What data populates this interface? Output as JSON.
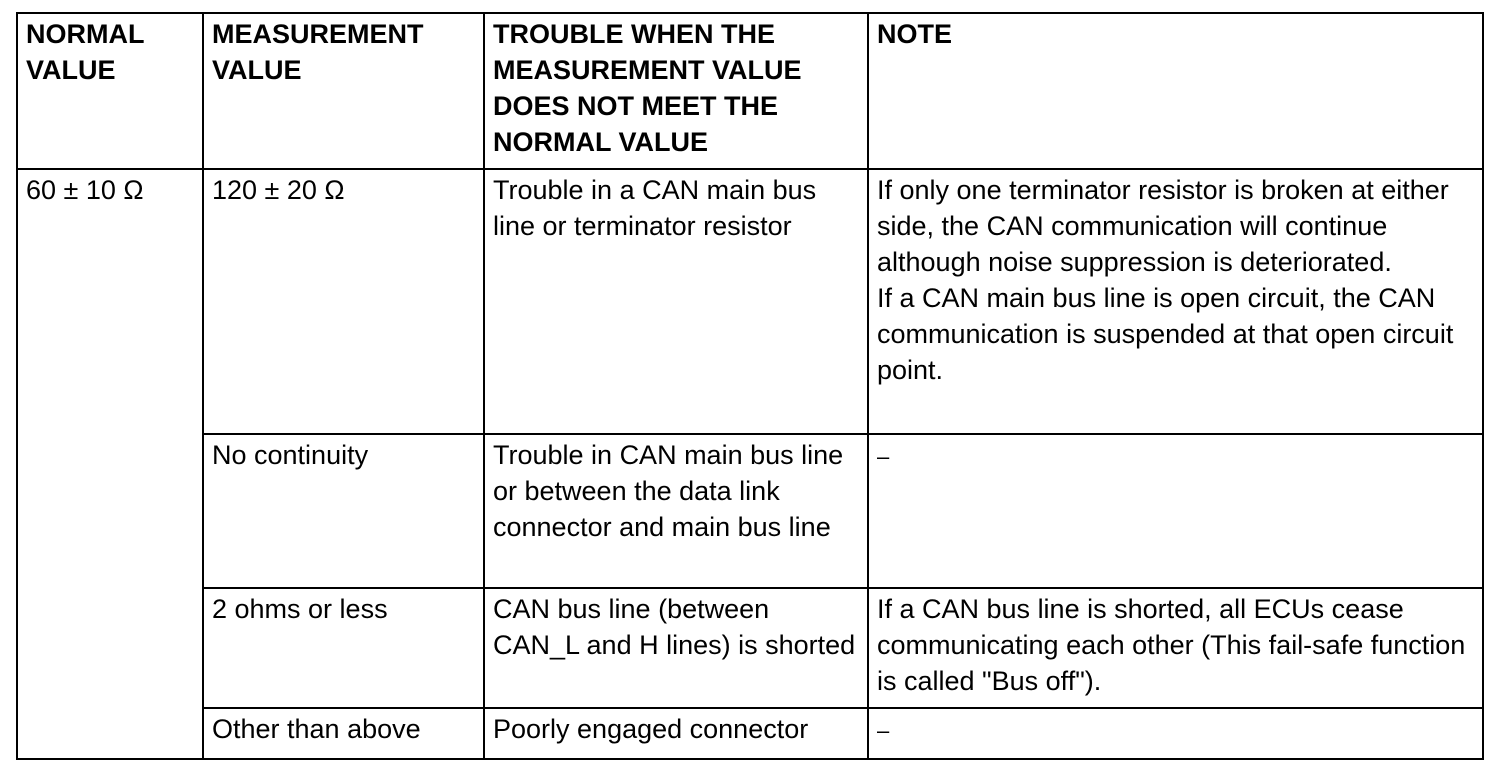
{
  "headers": {
    "normal_value": "NORMAL VALUE",
    "measurement_value": "MEASUREMENT VALUE",
    "trouble": "TROUBLE WHEN THE MEASUREMENT VALUE DOES NOT MEET THE NORMAL VALUE",
    "note": "NOTE"
  },
  "normal_value": "60 ± 10 Ω",
  "rows": [
    {
      "measurement": "120 ± 20 Ω",
      "trouble": "Trouble in a CAN main bus line or terminator resistor",
      "note_lines": [
        "If only one terminator resistor is broken at either side, the CAN communication will continue although noise suppression is deteriorated.",
        "If a CAN main bus line is open circuit, the CAN communication is suspended at that open circuit point."
      ]
    },
    {
      "measurement": "No continuity",
      "trouble": "Trouble in CAN main bus line or between the data link connector and main bus line",
      "note_lines": [
        "–"
      ]
    },
    {
      "measurement": "2 ohms or less",
      "trouble": "CAN bus line (between CAN_L and H lines) is shorted",
      "note_lines": [
        "If a CAN bus line is shorted, all ECUs cease communicating each other (This fail-safe function is called \"Bus off\")."
      ]
    },
    {
      "measurement": "Other than above",
      "trouble": "Poorly engaged connector",
      "note_lines": [
        "–"
      ]
    }
  ]
}
